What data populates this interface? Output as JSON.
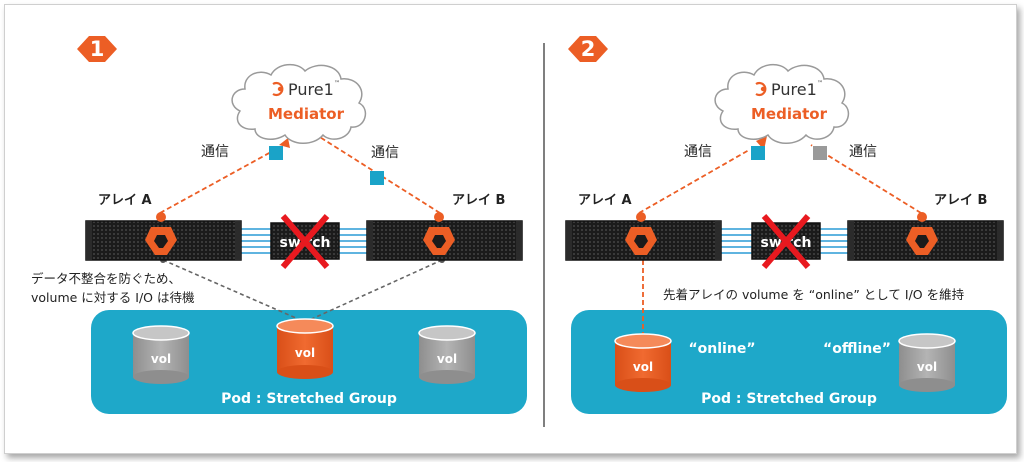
{
  "colors": {
    "orange": "#ec5e25",
    "teal": "#1ea8c9",
    "square_teal": "#1aa3c8",
    "square_gray": "#9a9a9a",
    "red_cross": "#e8191f",
    "cylinder_gray": "#a9a9a9",
    "divider": "#555555"
  },
  "panels": [
    {
      "step_number": "1",
      "cloud": {
        "brand": "Pure1",
        "tm": "™",
        "title": "Mediator"
      },
      "comm_left": "通信",
      "comm_right": "通信",
      "array_a_label": "アレイ A",
      "array_b_label": "アレイ B",
      "switch_label": "switch",
      "note_lines": [
        "データ不整合を防ぐため、",
        "volume に対する I/O は待機"
      ],
      "pod_label": "Pod : Stretched Group",
      "volumes": [
        "vol",
        "vol",
        "vol"
      ],
      "volume_icons": [
        "cylinder-gray-icon",
        "cylinder-orange-icon",
        "cylinder-gray-icon"
      ]
    },
    {
      "step_number": "2",
      "cloud": {
        "brand": "Pure1",
        "tm": "™",
        "title": "Mediator"
      },
      "comm_left": "通信",
      "comm_right": "通信",
      "array_a_label": "アレイ A",
      "array_b_label": "アレイ B",
      "switch_label": "switch",
      "note_lines": [
        "先着アレイの volume を “online” として I/O を維持"
      ],
      "pod_label": "Pod : Stretched Group",
      "volumes": [
        "vol",
        "vol"
      ],
      "volume_status": [
        "“online”",
        "“offline”"
      ],
      "volume_icons": [
        "cylinder-orange-icon",
        "cylinder-gray-icon"
      ]
    }
  ]
}
